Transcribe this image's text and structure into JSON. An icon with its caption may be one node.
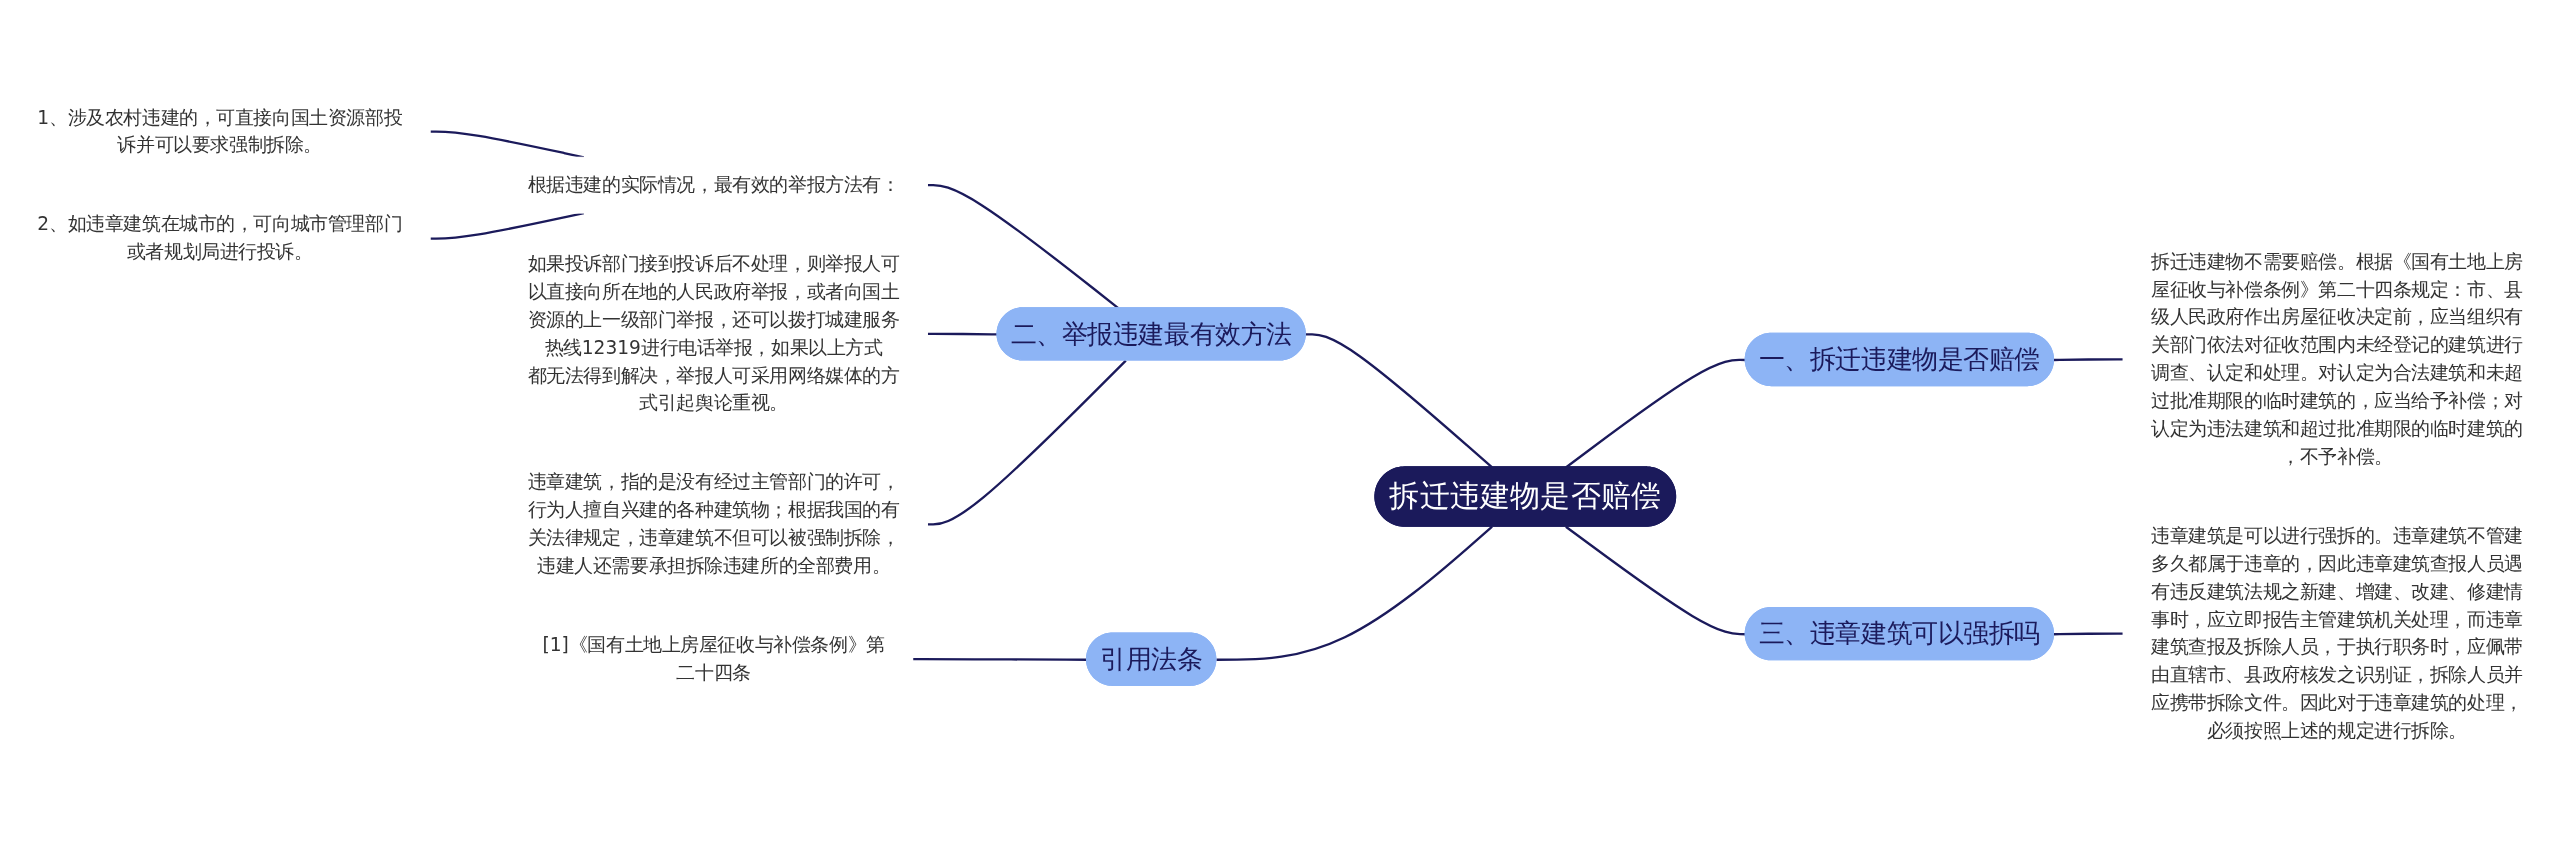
{
  "diagram": {
    "nodes": [
      {
        "text": [
          "拆迁违建物是否赔偿"
        ]
      },
      {
        "text": [
          "一、拆迁违建物是否赔偿"
        ]
      },
      {
        "text": [
          "拆迁违建物不需要赔偿。根据《国有土地上房屋征收与补偿条例》第二十四条规定：市、县级人民政府作出房屋征收决定前，应当组织有关部门依法对征收范围内未经登记的建筑进行调查、认定和处理。对认定为合法建筑和未超过批准期限的临时建筑的，应当给予补偿；对认定为违法建筑和超过批准期限的临时建筑的，不予补偿。"
        ]
      },
      {
        "text": [
          "三、违章建筑可以强拆吗"
        ]
      },
      {
        "text": [
          "违章建筑是可以进行强拆的。违章建筑不管建多久都属于违章的，因此违章建筑查报人员遇有违反建筑法规之新建、增建、改建、修建情事时，应立即报告主管建筑机关处理，而违章建筑查报及拆除人员，于执行职务时，应佩带由直辖市、县政府核发之识别证，拆除人员并应携带拆除文件。因此对于违章建筑的处理，必须按照上述的规定进行拆除。"
        ]
      },
      {
        "text": [
          "二、举报违建最有效方法"
        ]
      },
      {
        "text": [
          "根据违建的实际情况，最有效的举报方法有："
        ]
      },
      {
        "text": [
          "1、涉及农村违建的，可直接向国土资源部投诉并可以要求强制拆除。"
        ]
      },
      {
        "text": [
          "2、如违章建筑在城市的，可向城市管理部门或者规划局进行投诉。"
        ]
      },
      {
        "text": [
          "如果投诉部门接到投诉后不处理，则举报人可以直接向所在地的人民政府举报，或者向国土资源的上一级部门举报，还可以拨打城建服务热线12319进行电话举报，如果以上方式都无法得到解决，举报人可采用网络媒体的方式引起舆论重视。"
        ]
      },
      {
        "text": [
          "违章建筑，指的是没有经过主管部门的许可，行为人擅自兴建的各种建筑物；根据我国的有关法律规定，违章建筑不但可以被强制拆除，违建人还需要承担拆除违建所的全部费用。"
        ]
      },
      {
        "text": [
          "引用法条"
        ]
      },
      {
        "text": [
          "[1]《国有土地上房屋征收与补偿条例》第二十四条"
        ]
      }
    ],
    "edges": [
      {
        "from": 0,
        "to": 1,
        "arrow": "none"
      },
      {
        "from": 1,
        "to": 2,
        "arrow": "none"
      },
      {
        "from": 0,
        "to": 3,
        "arrow": "none"
      },
      {
        "from": 3,
        "to": 4,
        "arrow": "none"
      },
      {
        "from": 5,
        "to": 0,
        "arrow": "none"
      },
      {
        "from": 6,
        "to": 5,
        "arrow": "none"
      },
      {
        "from": 7,
        "to": 6,
        "arrow": "none"
      },
      {
        "from": 8,
        "to": 6,
        "arrow": "none"
      },
      {
        "from": 9,
        "to": 5,
        "arrow": "none"
      },
      {
        "from": 10,
        "to": 5,
        "arrow": "none"
      },
      {
        "from": 11,
        "to": 0,
        "arrow": "none"
      },
      {
        "from": 12,
        "to": 11,
        "arrow": "none"
      }
    ]
  }
}
